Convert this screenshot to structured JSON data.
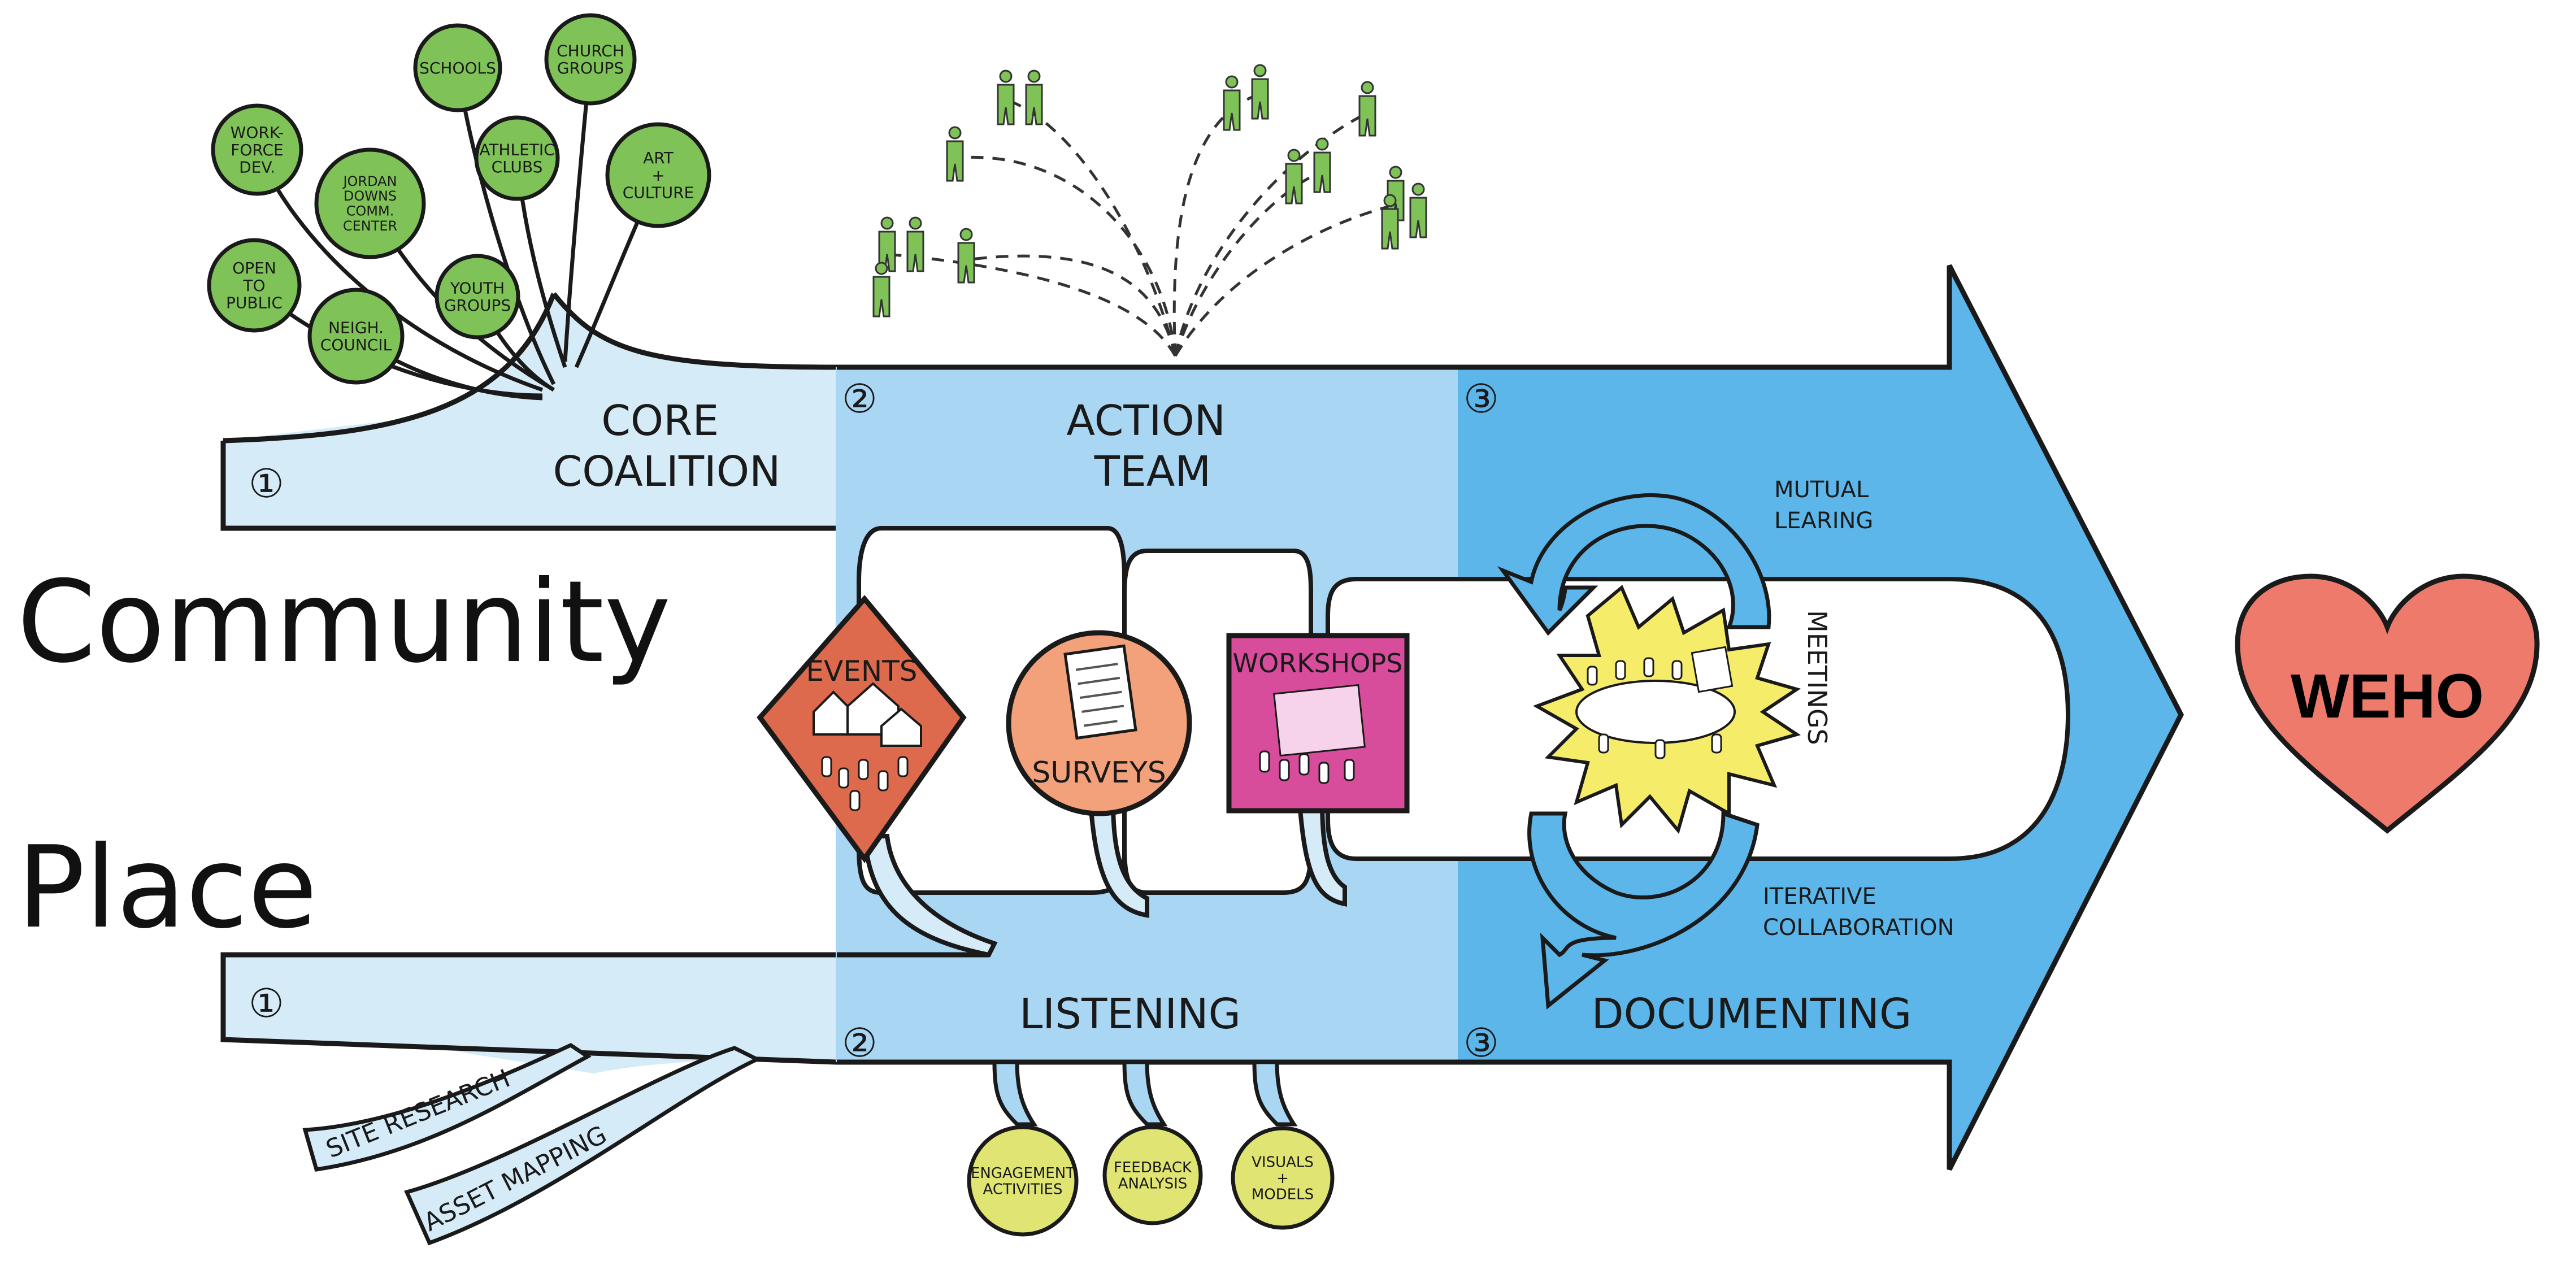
{
  "left_labels": {
    "community": "Community",
    "place": "Place"
  },
  "community_groups": [
    {
      "text": "WORK-\nFORCE\nDEV.",
      "key": "workforce"
    },
    {
      "text": "SCHOOLS",
      "key": "schools"
    },
    {
      "text": "CHURCH\nGROUPS",
      "key": "church"
    },
    {
      "text": "JORDAN\nDOWNS\nCOMM.\nCENTER",
      "key": "jordan"
    },
    {
      "text": "ATHLETIC\nCLUBS",
      "key": "athletic"
    },
    {
      "text": "ART\n+\nCULTURE",
      "key": "art"
    },
    {
      "text": "OPEN\nTO\nPUBLIC",
      "key": "open"
    },
    {
      "text": "NEIGH.\nCOUNCIL",
      "key": "neigh"
    },
    {
      "text": "YOUTH\nGROUPS",
      "key": "youth"
    }
  ],
  "stages": {
    "core_coalition": "CORE\nCOALITION",
    "action_team": "ACTION\nTEAM",
    "listening": "LISTENING",
    "documenting": "DOCUMENTING",
    "num1": "①",
    "num2": "②",
    "num3": "③"
  },
  "activities": {
    "events": "EVENTS",
    "surveys": "SURVEYS",
    "workshops": "WORKSHOPS",
    "meetings": "MEETINGS"
  },
  "cycle": {
    "mutual": "MUTUAL\nLEARING",
    "iterative": "ITERATIVE\nCOLLABORATION"
  },
  "place_inputs": {
    "site_research": "SITE RESEARCH",
    "asset_mapping": "ASSET MAPPING"
  },
  "listening_outputs": [
    {
      "text": "ENGAGEMENT\nACTIVITIES",
      "key": "engagement"
    },
    {
      "text": "FEEDBACK\nANALYSIS",
      "key": "feedback"
    },
    {
      "text": "VISUALS\n+\nMODELS",
      "key": "visuals"
    }
  ],
  "destination": "WEHO",
  "colors": {
    "light_blue": "#d6ebf8",
    "mid_blue": "#a9d6f3",
    "deep_blue": "#5cb6ea",
    "green_circle": "#7fc257",
    "events_orange": "#dd6a4c",
    "surveys_peach": "#f2a17a",
    "workshops_pink": "#d74d9c",
    "meetings_yellow": "#f5ec6a",
    "output_yellow": "#dfe472",
    "heart": "#ee7a6b"
  }
}
